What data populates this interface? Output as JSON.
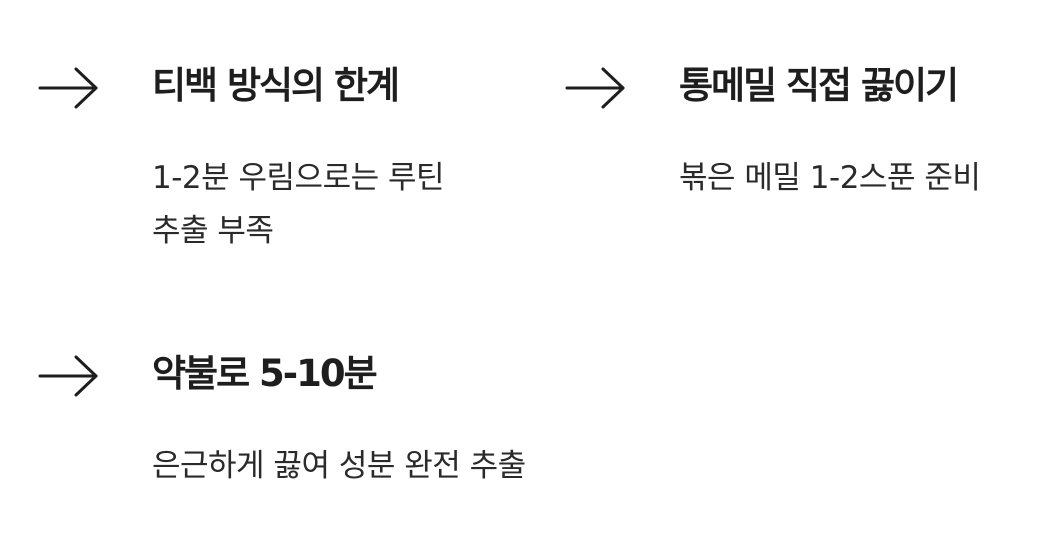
{
  "items": [
    {
      "icon": "arrow-right-icon",
      "title": "티백 방식의 한계",
      "lines": [
        "1-2분 우림으로는 루틴",
        "추출 부족"
      ]
    },
    {
      "icon": "arrow-right-icon",
      "title": "통메밀 직접 끓이기",
      "lines": [
        "볶은 메밀 1-2스푼 준비"
      ]
    },
    {
      "icon": "arrow-right-icon",
      "title": "약불로 5-10분",
      "lines": [
        "은근하게 끓여 성분 완전 추출"
      ]
    }
  ]
}
